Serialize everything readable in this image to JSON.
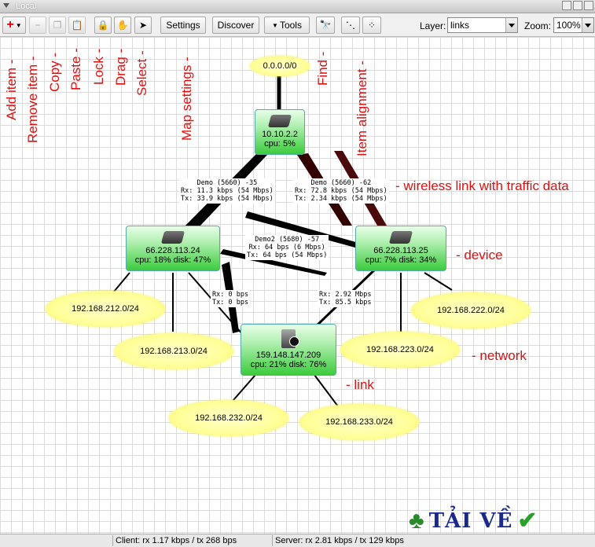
{
  "window": {
    "title": "Local"
  },
  "toolbar": {
    "add_label": "+",
    "remove_label": "−",
    "settings_label": "Settings",
    "discover_label": "Discover",
    "tools_label": "Tools",
    "layer_label": "Layer:",
    "layer_value": "links",
    "zoom_label": "Zoom:",
    "zoom_value": "100%"
  },
  "annotations": {
    "add_item": "Add item -",
    "remove_item": "Remove item -",
    "copy": "Copy -",
    "paste": "Paste -",
    "lock": "Lock -",
    "drag": "Drag -",
    "select": "Select -",
    "map_settings": "Map settings -",
    "find": "Find -",
    "item_alignment": "Item alignment -",
    "wireless_link": "- wireless link with traffic data",
    "device": "- device",
    "network": "- network",
    "link": "- link"
  },
  "networks": {
    "top": "0.0.0.0/0",
    "n212": "192.168.212.0/24",
    "n213": "192.168.213.0/24",
    "n222": "192.168.222.0/24",
    "n223": "192.168.223.0/24",
    "n232": "192.168.232.0/24",
    "n233": "192.168.233.0/24"
  },
  "devices": {
    "d1": {
      "ip": "10.10.2.2",
      "stats": "cpu: 5%"
    },
    "d2": {
      "ip": "66.228.113.24",
      "stats": "cpu: 18% disk: 47%"
    },
    "d3": {
      "ip": "66.228.113.25",
      "stats": "cpu: 7% disk: 34%"
    },
    "d4": {
      "ip": "159.148.147.209",
      "stats": "cpu: 21% disk: 76%"
    }
  },
  "links": {
    "l1": "Demo (5660) -35\nRx: 11.3 kbps (54 Mbps)\nTx: 33.9 kbps (54 Mbps)",
    "l2": "Demo (5660) -62\nRx: 72.8 kbps (54 Mbps)\nTx: 2.34 kbps (54 Mbps)",
    "l3": "Demo2 (5680) -57\nRx: 64 bps (6 Mbps)\nTx: 64 bps (54 Mbps)",
    "l4": "Rx: 0 bps\nTx: 0 bps",
    "l5": "Rx: 2.92 Mbps\nTx: 85.5 kbps"
  },
  "status": {
    "client": "Client: rx 1.17 kbps / tx 268 bps",
    "server": "Server: rx 2.81 kbps / tx 129 kbps"
  },
  "logo": {
    "text": "TẢI VỀ"
  },
  "colors": {
    "accent_red": "#e01010",
    "device_green": "#3ccc3c",
    "network_yellow": "#ffff99"
  }
}
